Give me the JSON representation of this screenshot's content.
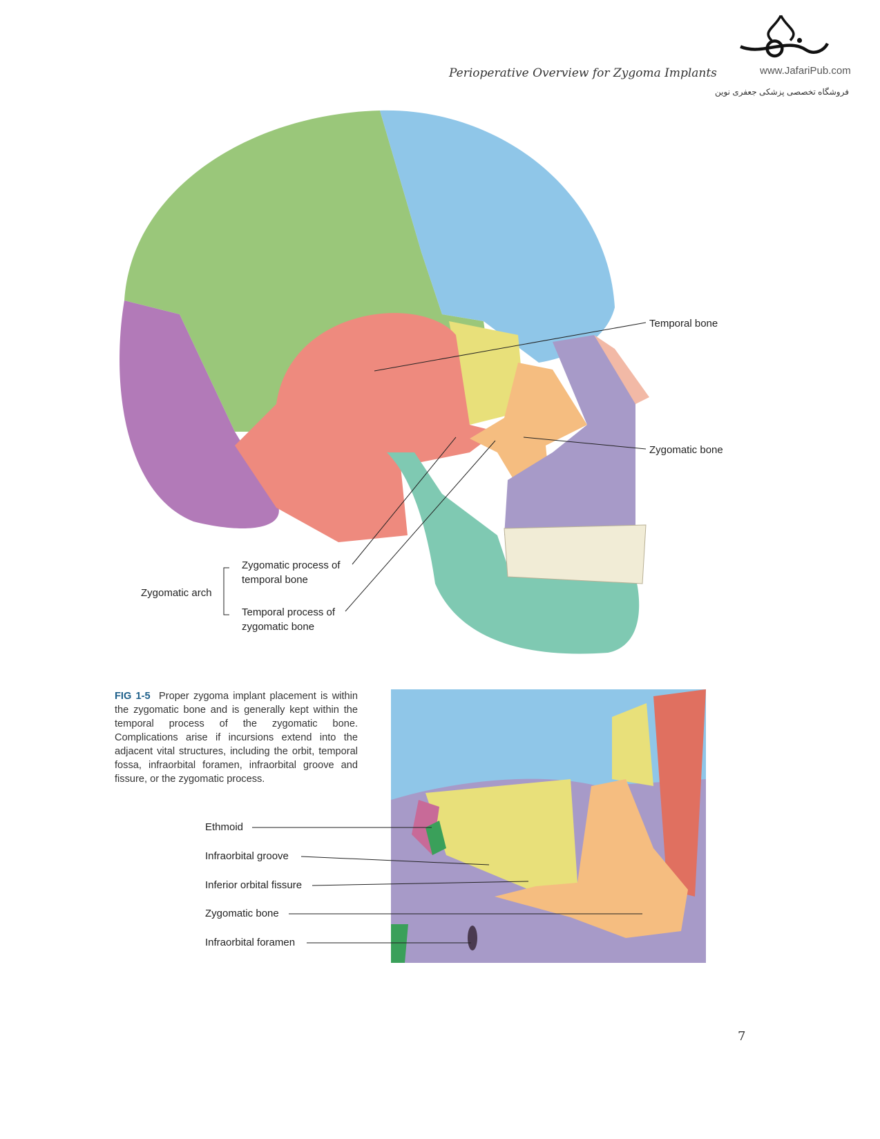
{
  "header": {
    "running_title": "Perioperative Overview for Zygoma Implants",
    "watermark_url": "www.JafariPub.com",
    "watermark_fa": "فروشگاه تخصصی پزشکی جعفری نوین"
  },
  "figure_top": {
    "labels": {
      "temporal_bone": "Temporal bone",
      "zygomatic_bone": "Zygomatic bone",
      "zygomatic_arch": "Zygomatic arch",
      "zp_temporal_1": "Zygomatic process of",
      "zp_temporal_2": "temporal bone",
      "tp_zygomatic_1": "Temporal process of",
      "tp_zygomatic_2": "zygomatic bone"
    }
  },
  "caption": {
    "fig_label": "FIG 1-5",
    "text": "Proper zygoma implant placement is within the zygomatic bone and is generally kept within the temporal process of the zygomatic bone. Complications arise if incursions extend into the adjacent vital structures, including the orbit, temporal fossa, infraorbital foramen, infraorbital groove and fissure, or the zygomatic process."
  },
  "figure_bottom": {
    "labels": [
      "Ethmoid",
      "Infraorbital groove",
      "Inferior orbital fissure",
      "Zygomatic bone",
      "Infraorbital foramen"
    ]
  },
  "page_number": "7"
}
